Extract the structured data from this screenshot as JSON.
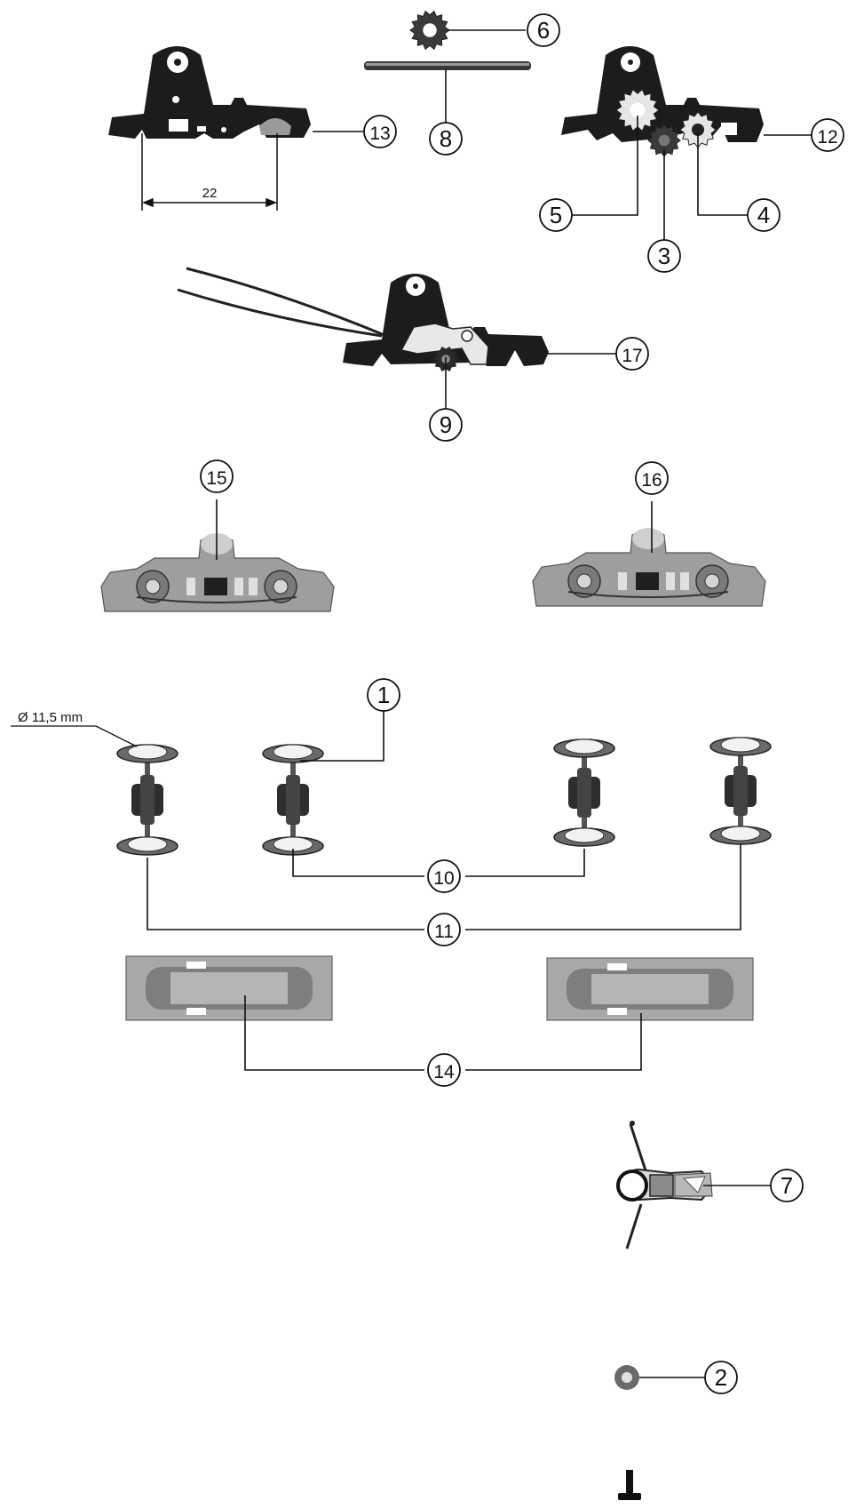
{
  "callouts": {
    "c1": "1",
    "c2": "2",
    "c3": "3",
    "c4": "4",
    "c5": "5",
    "c6": "6",
    "c7": "7",
    "c8": "8",
    "c9": "9",
    "c10": "10",
    "c11": "11",
    "c12": "12",
    "c13": "13",
    "c14": "14",
    "c15": "15",
    "c16": "16",
    "c17": "17"
  },
  "dimensions": {
    "spacing": "22",
    "wheel_diameter": "Ø 11,5 mm"
  },
  "colors": {
    "ink": "#1a1a1a",
    "dark_part": "#1c1c1c",
    "gray_part": "#8d8d8d",
    "light_gray": "#c4c4c4",
    "leader": "#111111"
  },
  "icons": {
    "wheel_shape": "wheel-icon",
    "gear_shape": "gear-icon",
    "screw_shape": "screw-icon"
  }
}
